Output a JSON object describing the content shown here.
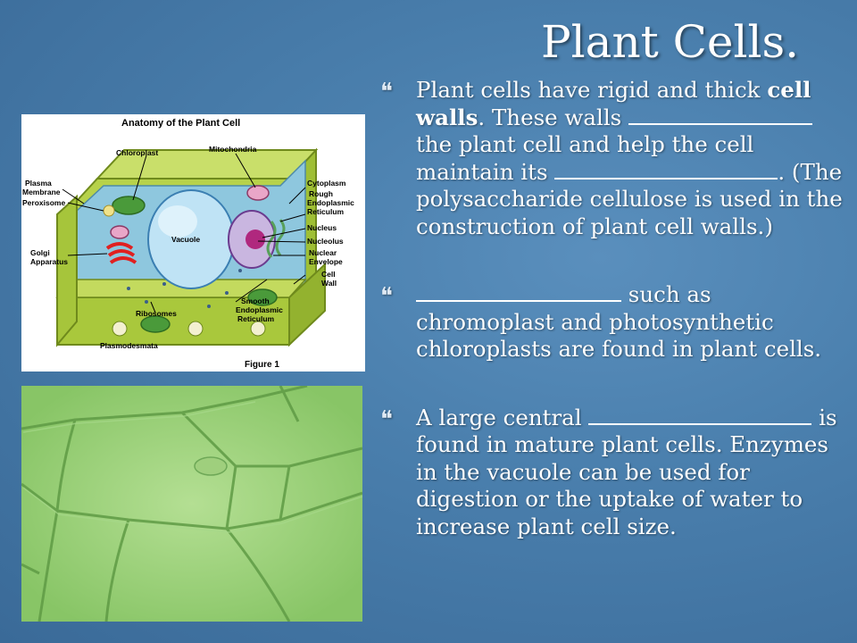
{
  "title": "Plant Cells.",
  "bullets": [
    {
      "mark": "❝",
      "p1": "Plant cells have rigid and thick ",
      "bold": "cell walls",
      "p2": ". These walls ",
      "p3": " the plant cell and help the cell maintain its ",
      "p4": ". (The polysaccharide cellulose is used in the construction of plant cell walls.)"
    },
    {
      "mark": "❝",
      "p1": " such as chromoplast and photosynthetic chloroplasts are found in plant cells."
    },
    {
      "mark": "❝",
      "p1": "A large central ",
      "p2": " is found in mature plant cells. Enzymes in the vacuole can be used for digestion or the uptake of water to increase plant cell size."
    }
  ],
  "diagram": {
    "title": "Anatomy of the Plant Cell",
    "figure": "Figure 1",
    "labels": {
      "chloroplast": "Chloroplast",
      "mitochondria": "Mitochondria",
      "plasma1": "Plasma",
      "plasma2": "Membrane",
      "peroxisome": "Peroxisome",
      "golgi1": "Golgi",
      "golgi2": "Apparatus",
      "vacuole": "Vacuole",
      "cytoplasm": "Cytoplasm",
      "rough1": "Rough",
      "rough2": "Endoplasmic",
      "rough3": "Reticulum",
      "nucleus": "Nucleus",
      "nucleolus": "Nucleolus",
      "envelope1": "Nuclear",
      "envelope2": "Envelope",
      "wall1": "Cell",
      "wall2": "Wall",
      "ribosomes": "Ribosomes",
      "smooth1": "Smooth",
      "smooth2": "Endoplasmic",
      "smooth3": "Reticulum",
      "plasmodesmata": "Plasmodesmata"
    }
  }
}
